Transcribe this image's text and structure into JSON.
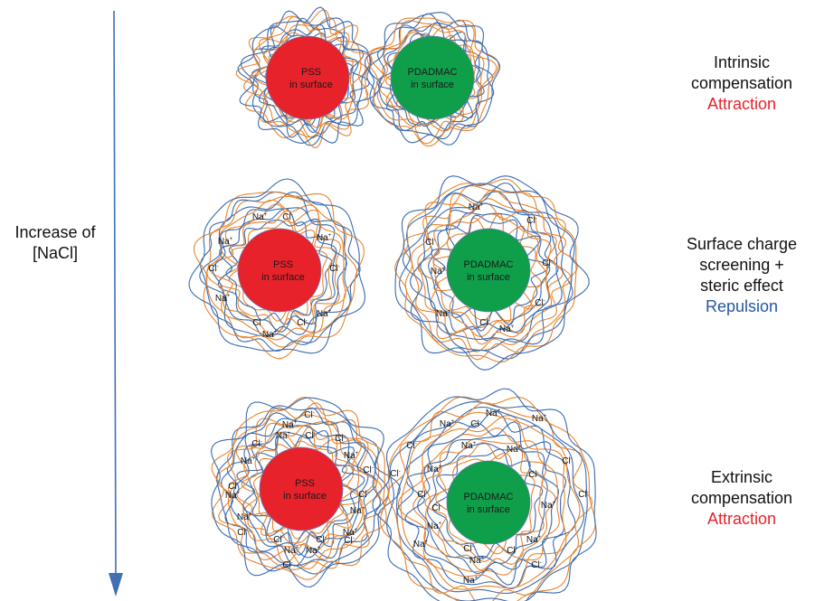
{
  "axis": {
    "label_line1": "Increase of",
    "label_line2": "[NaCl]"
  },
  "colors": {
    "pss": "#e8222b",
    "pdadmac": "#0f9e4a",
    "chain_orange": "#e8852e",
    "chain_blue": "#3a6bb0",
    "arrow": "#3f6fb5",
    "attraction": "#e8222b",
    "repulsion": "#2456a6"
  },
  "rows": [
    {
      "label_lines": [
        "Intrinsic",
        "compensation"
      ],
      "interaction": "Attraction",
      "interaction_type": "attraction",
      "left": {
        "line1": "PSS",
        "line2": "in surface"
      },
      "right": {
        "line1": "PDADMAC",
        "line2": "in surface"
      }
    },
    {
      "label_lines": [
        "Surface charge",
        "screening +",
        "steric effect"
      ],
      "interaction": "Repulsion",
      "interaction_type": "repulsion",
      "left": {
        "line1": "PSS",
        "line2": "in surface"
      },
      "right": {
        "line1": "PDADMAC",
        "line2": "in surface"
      }
    },
    {
      "label_lines": [
        "Extrinsic",
        "compensation"
      ],
      "interaction": "Attraction",
      "interaction_type": "attraction",
      "left": {
        "line1": "PSS",
        "line2": "in surface"
      },
      "right": {
        "line1": "PDADMAC",
        "line2": "in surface"
      }
    }
  ],
  "ions": {
    "sodium": "Na",
    "chloride": "Cl",
    "cation_sign": "+",
    "anion_sign": "-"
  }
}
